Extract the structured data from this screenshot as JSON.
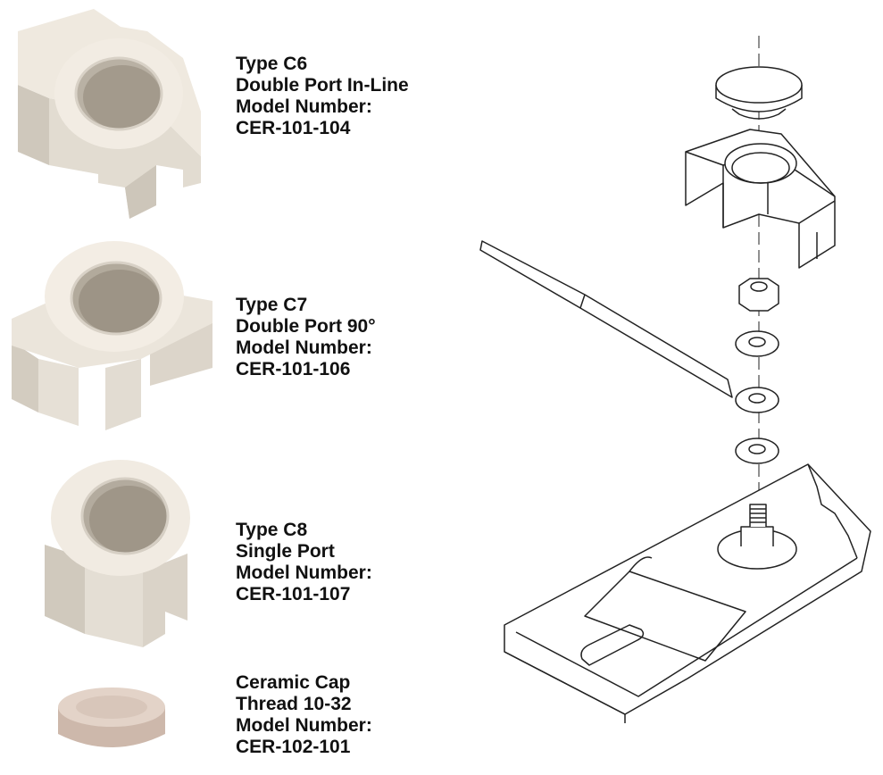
{
  "products": [
    {
      "type": "Type C6",
      "description": "Double Port In-Line",
      "model_label": "Model Number:",
      "model_number": "CER-101-104"
    },
    {
      "type": "Type C7",
      "description": "Double Port 90°",
      "model_label": "Model Number:",
      "model_number": "CER-101-106"
    },
    {
      "type": "Type C8",
      "description": "Single Port",
      "model_label": "Model Number:",
      "model_number": "CER-101-107"
    },
    {
      "type": "Ceramic Cap",
      "description": "Thread 10-32",
      "model_label": "Model Number:",
      "model_number": "CER-102-101"
    }
  ],
  "colors": {
    "ceramic": "#ece6dc",
    "ceramic_shade": "#d6cfc3",
    "ceramic_dark": "#c4bcae",
    "cap": "#d9c8bd",
    "line": "#222222"
  }
}
